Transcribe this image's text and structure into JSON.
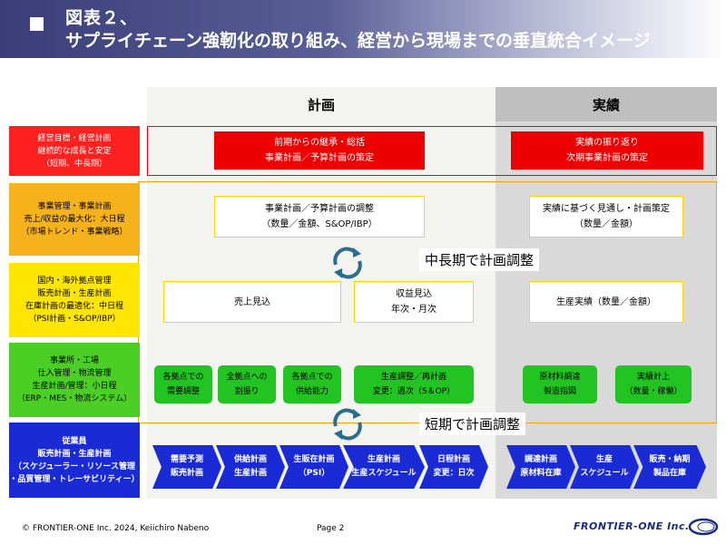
{
  "header": {
    "line1": "図表２、",
    "line2": "サプライチェーン強靭化の取り組み、経営から現場までの垂直統合イメージ"
  },
  "columns": {
    "plan": "計画",
    "actual": "実績"
  },
  "rows": {
    "management": [
      "経営目標・経営計画",
      "継続的な成長と安定",
      "（短期、中長期）"
    ],
    "business": [
      "事業管理・事業計画",
      "売上/収益の最大化：大日程",
      "（市場トレンド・事業戦略）"
    ],
    "bases": [
      "国内・海外拠点管理",
      "販売計画・生産計画",
      "在庫計画の最適化：中日程",
      "（PSI計画・S&OP/IBP）"
    ],
    "plant": [
      "事業所・工場",
      "仕入管理・物流管理",
      "生産計画/管理：小日程",
      "（ERP・MES・物流システム）"
    ],
    "staff": [
      "従業員",
      "販売計画・生産計画",
      "（スケジューラー・リソース管理",
      "・品質管理・トレーサビリティー）"
    ]
  },
  "red_boxes": {
    "plan": [
      "前期からの継承・総括",
      "事業計画／予算計画の策定"
    ],
    "actual": [
      "実績の振り返り",
      "次期事業計画の策定"
    ]
  },
  "white_boxes": {
    "plan_adjust": [
      "事業計画／予算計画の調整",
      "（数量／金額、S&OP/IBP）"
    ],
    "actual_forecast": [
      "実績に基づく見通し・計画策定",
      "（数量／金額）"
    ],
    "sales": [
      "売上見込"
    ],
    "profit": [
      "収益見込",
      "年次・月次"
    ],
    "production_actual": [
      "生産実績（数量／金額）"
    ]
  },
  "cycles": {
    "mid_long": "中長期で計画調整",
    "short": "短期で計画調整"
  },
  "green_boxes": {
    "demand": [
      "各拠点での",
      "需要調整"
    ],
    "allocation": [
      "全拠点への",
      "割振り"
    ],
    "supply": [
      "各拠点での",
      "供給能力"
    ],
    "production_adjust": [
      "生産調整／再計画",
      "変更：週次（S＆OP）"
    ],
    "materials": [
      "原材料調達",
      "製造指図"
    ],
    "actual_record": [
      "実績計上",
      "（数量・稼働）"
    ]
  },
  "chevrons": [
    [
      "需要予測",
      "販売計画"
    ],
    [
      "供給計画",
      "生産計画"
    ],
    [
      "生販在計画",
      "（PSI）"
    ],
    [
      "生産計画",
      "生産スケジュール"
    ],
    [
      "日程計画",
      "変更：日次"
    ],
    [
      "調達計画",
      "原材料在庫"
    ],
    [
      "生産",
      "スケジュール"
    ],
    [
      "販売・納期",
      "製品在庫"
    ]
  ],
  "footer": {
    "copyright": "© FRONTIER-ONE Inc. 2024,  Keiichiro Nabeno",
    "page": "Page 2",
    "logo": "FRONTIER-ONE Inc."
  },
  "colors": {
    "header_dark": "#3a3d78",
    "red": "#ee0000",
    "orange": "#f5b21a",
    "yellow": "#ffe600",
    "green": "#22c422",
    "blue": "#1a2bd6"
  }
}
